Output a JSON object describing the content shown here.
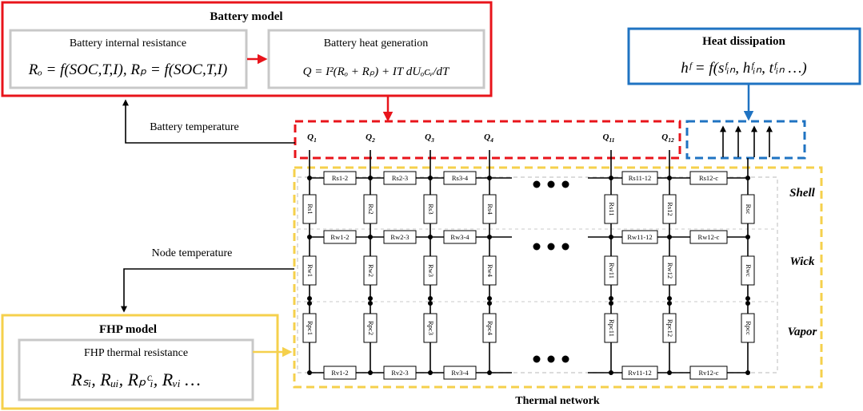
{
  "battery_model": {
    "title": "Battery model",
    "internal_resistance_label": "Battery internal resistance",
    "internal_resistance_formula": "Rₒ = f(SOC,T,I), Rₚ = f(SOC,T,I)",
    "heat_generation_label": "Battery heat generation",
    "heat_generation_formula": "Q = I²(Rₒ + Rₚ) + IT dUₒᴄᵥ/dT"
  },
  "heat_dissipation": {
    "title": "Heat dissipation",
    "formula": "hᶠ = f(sᶠᵢₙ, hᶠᵢₙ, tᶠᵢₙ …)"
  },
  "fhp_model": {
    "title": "FHP model",
    "thermal_resistance_label": "FHP thermal resistance",
    "thermal_resistance_formula": "Rₛᵢ, Rᵤᵢ, Rₚᶜᵢ, Rᵥᵢ …"
  },
  "arrows": {
    "battery_temperature": "Battery temperature",
    "node_temperature": "Node temperature"
  },
  "network": {
    "title": "Thermal network",
    "layers": [
      "Shell",
      "Wick",
      "Vapor"
    ],
    "heat_inputs": [
      "Q1",
      "Q2",
      "Q3",
      "Q4",
      "Q11",
      "Q12"
    ],
    "shell_horizontal": [
      "Rs1-2",
      "Rs2-3",
      "Rs3-4",
      "Rs11-12",
      "Rs12-c"
    ],
    "wick_horizontal": [
      "Rw1-2",
      "Rw2-3",
      "Rw3-4",
      "Rw11-12",
      "Rw12-c"
    ],
    "vapor_horizontal": [
      "Rv1-2",
      "Rv2-3",
      "Rv3-4",
      "Rv11-12",
      "Rv12-c"
    ],
    "shell_vertical": [
      "Rs1",
      "Rs2",
      "Rs3",
      "Rs4",
      "Rs11",
      "Rs12",
      "Rsc"
    ],
    "wick_vertical": [
      "Rw1",
      "Rw2",
      "Rw3",
      "Rw4",
      "Rw11",
      "Rw12",
      "Rwc"
    ],
    "vapor_vertical": [
      "Rpc1",
      "Rpc2",
      "Rpc3",
      "Rpc4",
      "Rpc11",
      "Rpc12",
      "Rpcc"
    ]
  },
  "colors": {
    "battery": "#e8141b",
    "heat_dissipation": "#1f73c2",
    "fhp": "#f5d04c",
    "inner_box": "#c8c8c8"
  }
}
